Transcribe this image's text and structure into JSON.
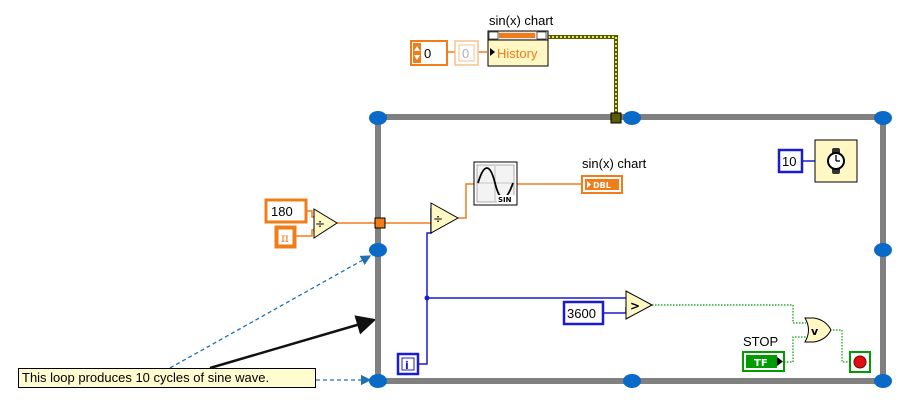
{
  "nodes": {
    "chart_label_top": "sin(x) chart",
    "history_label": "History",
    "index_value": "0",
    "index_value_dim": "0",
    "chart_label_inner": "sin(x) chart",
    "dbl_tag": "DBL",
    "const_180": "180",
    "pi_symbol": "π",
    "divide_symbol": "÷",
    "sin_tag": "SIN",
    "wait_ms": "10",
    "const_3600": "3600",
    "greater_symbol": ">",
    "stop_label": "STOP",
    "tf_tag": "TF",
    "or_symbol": "v",
    "iteration_terminal": "i"
  },
  "comment": {
    "text": "This loop produces 10 cycles of sine wave."
  },
  "colors": {
    "loop_frame": "#808080",
    "loop_handle": "#0a6ac8",
    "numeric_orange": "#f07d1a",
    "integer_blue": "#1c1ccc",
    "boolean_green": "#009c00",
    "waveform_olive": "#7a7a00",
    "node_fill": "#fff7c4",
    "comment_fill": "#fffccf"
  }
}
